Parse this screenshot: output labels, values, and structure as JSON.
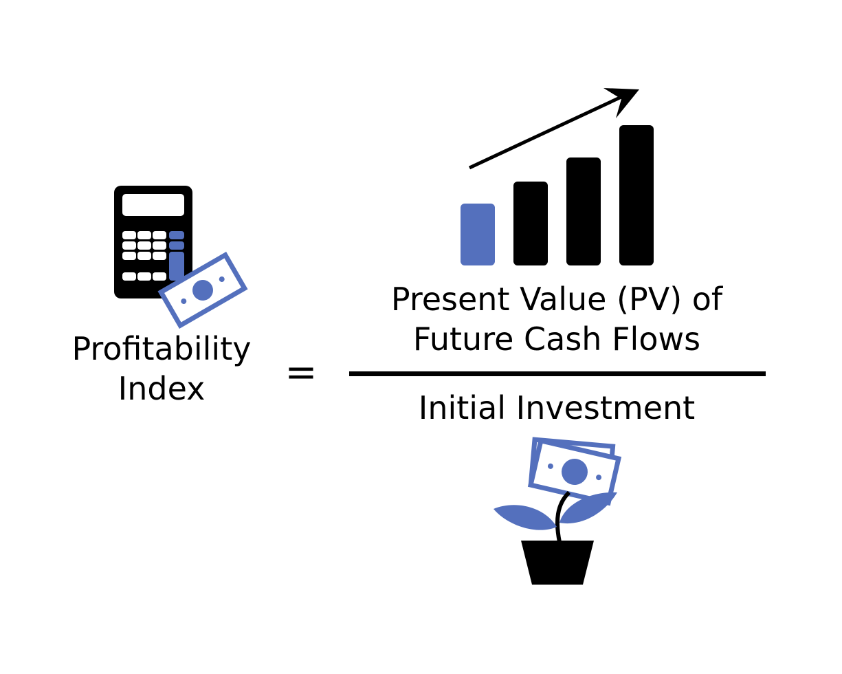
{
  "formula": {
    "lhs_label_line1": "Profitability",
    "lhs_label_line2": "Index",
    "equals_sign": "=",
    "numerator_line1": "Present Value (PV) of",
    "numerator_line2": "Future Cash Flows",
    "denominator": "Initial Investment"
  },
  "icons": {
    "left": "calculator-with-banknote-icon",
    "top": "growth-bar-chart-with-arrow-icon",
    "bottom": "money-plant-in-pot-icon"
  },
  "colors": {
    "accent": "#5470bd",
    "ink": "#000000",
    "background": "#ffffff"
  }
}
